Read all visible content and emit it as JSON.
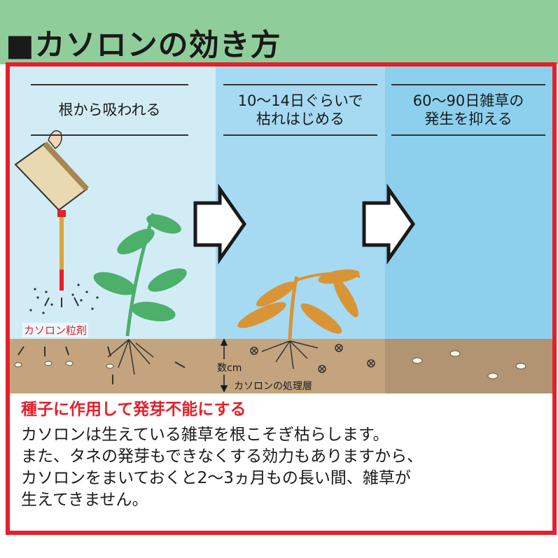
{
  "title": "■カソロンの効き方",
  "steps": [
    {
      "lines": [
        "根から吸われる"
      ]
    },
    {
      "lines": [
        "10〜14日ぐらいで",
        "枯れはじめる"
      ]
    },
    {
      "lines": [
        "60〜90日雑草の",
        "発生を抑える"
      ]
    }
  ],
  "labels": {
    "granule": "カソロン粒剤",
    "depth": "数cm",
    "layer": "カソロンの処理層"
  },
  "description": {
    "heading": "種子に作用して発芽不能にする",
    "lines": [
      "カソロンは生えている雑草を根こそぎ枯らします。",
      "また、タネの発芽もできなくする効力もありますから、",
      "カソロンをまいておくと2〜3ヵ月もの長い間、雑草が",
      "生えてきません。"
    ]
  },
  "colors": {
    "accent": "#e4202a",
    "title_bg": "#8fce9a",
    "soil": "#c4a47e",
    "leaf_healthy": "#4caf6a",
    "leaf_withered": "#d99436"
  }
}
